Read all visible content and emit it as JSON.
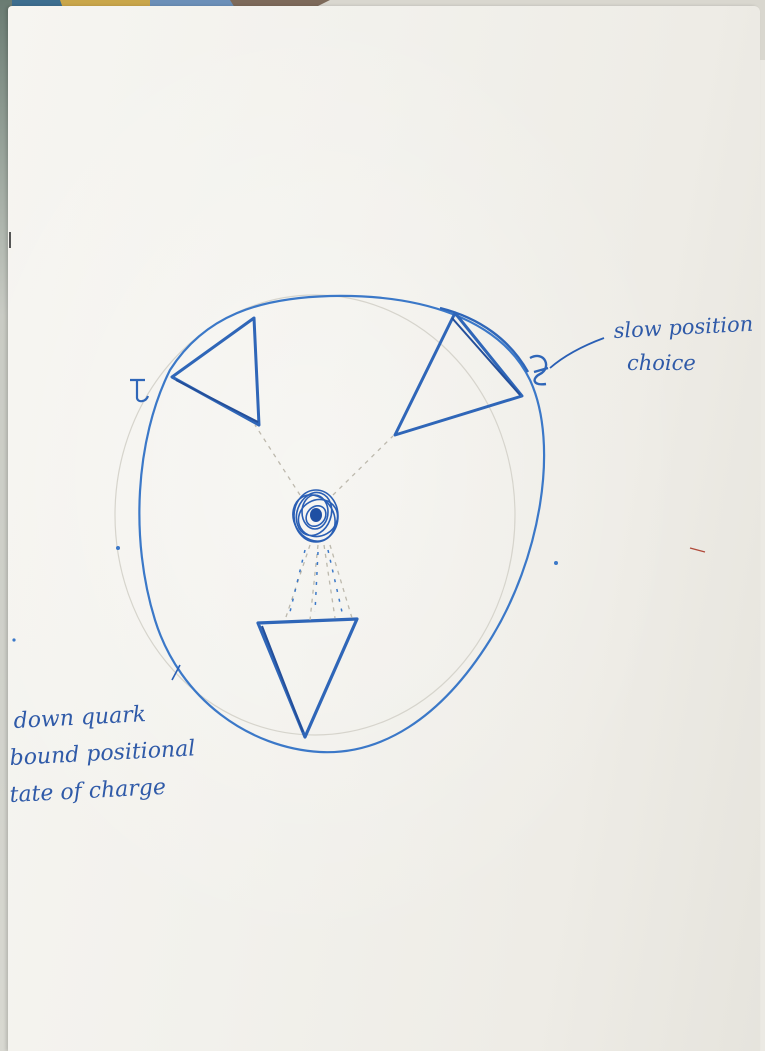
{
  "photo": {
    "subject": "handwritten-sketch-on-paper",
    "ink_color": "#2f6fc4",
    "paper_color": "#f2f1ec"
  },
  "annotations": {
    "top_right_line1": "slow position",
    "top_right_line2": "choice",
    "bottom_left_line1": "down quark",
    "bottom_left_line2": "bound positional",
    "bottom_left_line3": "tate of charge"
  }
}
